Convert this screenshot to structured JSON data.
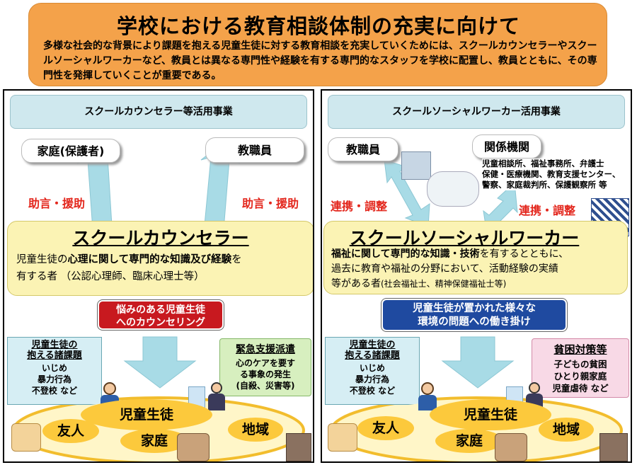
{
  "header": {
    "title": "学校における教育相談体制の充実に向けて",
    "intro": "多様な社会的な背景により課題を抱える児童生徒に対する教育相談を充実していくためには、スクールカウンセラーやスクールソーシャルワーカーなど、教員とは異なる専門性や経験を有する専門的なスタッフを学校に配置し、教員とともに、その専門性を発揮していくことが重要である。"
  },
  "left": {
    "banner": "スクールカウンセラー等活用事業",
    "target_home": "家庭(保護者)",
    "target_staff": "教職員",
    "advice_left": "助言・援助",
    "advice_right": "助言・援助",
    "role_title": "スクールカウンセラー",
    "role_desc_pre": "児童生徒の",
    "role_desc_bold": "心理に関して専門的な知識及び経験",
    "role_desc_post": "を",
    "role_desc_line2": "有する者 （公認心理師、臨床心理士等）",
    "action_line1": "悩みのある児童生徒",
    "action_line2": "へのカウンセリング",
    "issues_title1": "児童生徒の",
    "issues_title2": "抱える諸課題",
    "issues": [
      "いじめ",
      "暴力行為",
      "不登校 など"
    ],
    "emergency_title": "緊急支援派遣",
    "emergency_lines": [
      "心のケアを要す",
      "る事象の発生",
      "(自殺、災害等)"
    ],
    "student": "児童生徒",
    "friend": "友人",
    "family": "家庭",
    "region": "地域"
  },
  "right": {
    "banner": "スクールソーシャルワーカー活用事業",
    "target_staff": "教職員",
    "target_agencies": "関係機関",
    "agencies_list": [
      "児童相談所、福祉事務所、弁護士",
      "保健・医療機関、教育支援センター、",
      "警察、家庭裁判所、保護観察所 等"
    ],
    "coordination_left": "連携・調整",
    "coordination_right": "連携・調整",
    "role_title": "スクールソーシャルワーカー",
    "role_desc_bold": "福祉に関して専門的な知識・技術",
    "role_desc_post": "を有するとともに、",
    "role_desc_line2": "過去に教育や福祉の分野において、活動経験の実績",
    "role_desc_line3a": "等がある者",
    "role_desc_line3b": "(社会福祉士、精神保健福祉士等)",
    "action_line1": "児童生徒が置かれた様々な",
    "action_line2": "環境の問題への働き掛け",
    "issues_title1": "児童生徒の",
    "issues_title2": "抱える諸課題",
    "issues": [
      "いじめ",
      "暴力行為",
      "不登校 など"
    ],
    "poverty_title": "貧困対策等",
    "poverty_lines": [
      "子どもの貧困",
      "ひとり親家庭",
      "児童虐待 など"
    ],
    "student": "児童生徒",
    "friend": "友人",
    "family": "家庭",
    "region": "地域"
  },
  "colors": {
    "header_bg": "#f4a24a",
    "banner_bg": "#cfe8ee",
    "role_bg": "#fbf3b4",
    "counseling_action": "#c8191f",
    "social_action": "#1f4aa0",
    "arrow": "#a8dbe6",
    "accent_red": "#e3261c",
    "circle_yellow": "#fcc93c"
  }
}
